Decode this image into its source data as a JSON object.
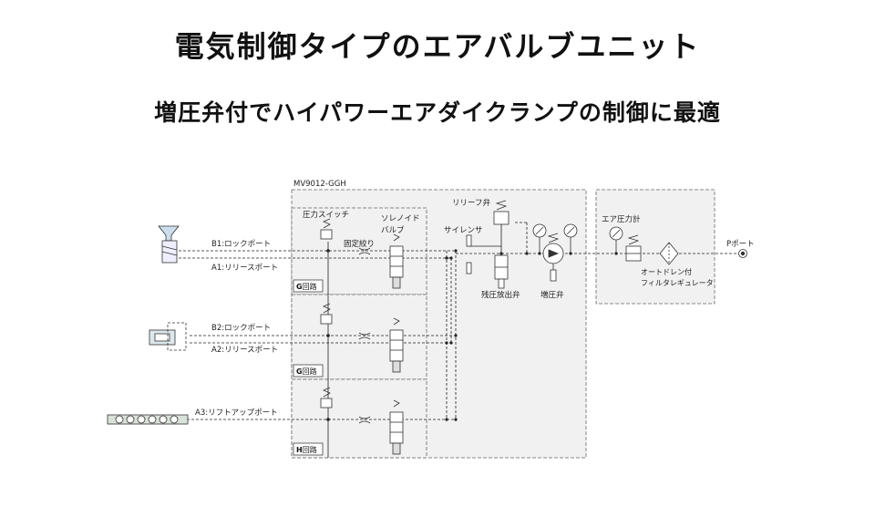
{
  "title": "電気制御タイプのエアバルブユニット",
  "subtitle": "増圧弁付でハイパワーエアダイクランプの制御に最適",
  "diagram": {
    "model": "MV9012-GGH",
    "labels": {
      "pressure_switch": "圧力スイッチ",
      "solenoid_1": "ソレノイド",
      "solenoid_2": "バルブ",
      "fixed_throttle": "固定絞り",
      "relief_valve": "リリーフ弁",
      "silencer": "サイレンサ",
      "residual_release": "残圧放出弁",
      "booster": "増圧弁",
      "air_gauge": "エア圧力計",
      "filter_1": "オートドレン付",
      "filter_2": "フィルタレギュレータ",
      "p_port": "Pポート",
      "b1": "B1:ロックポート",
      "a1": "A1:リリースポート",
      "b2": "B2:ロックポート",
      "a2": "A2:リリースポート",
      "a3": "A3:リフトアップポート"
    },
    "circuits": [
      {
        "letter": "G",
        "suffix": "回路"
      },
      {
        "letter": "G",
        "suffix": "回路"
      },
      {
        "letter": "H",
        "suffix": "回路"
      }
    ]
  }
}
